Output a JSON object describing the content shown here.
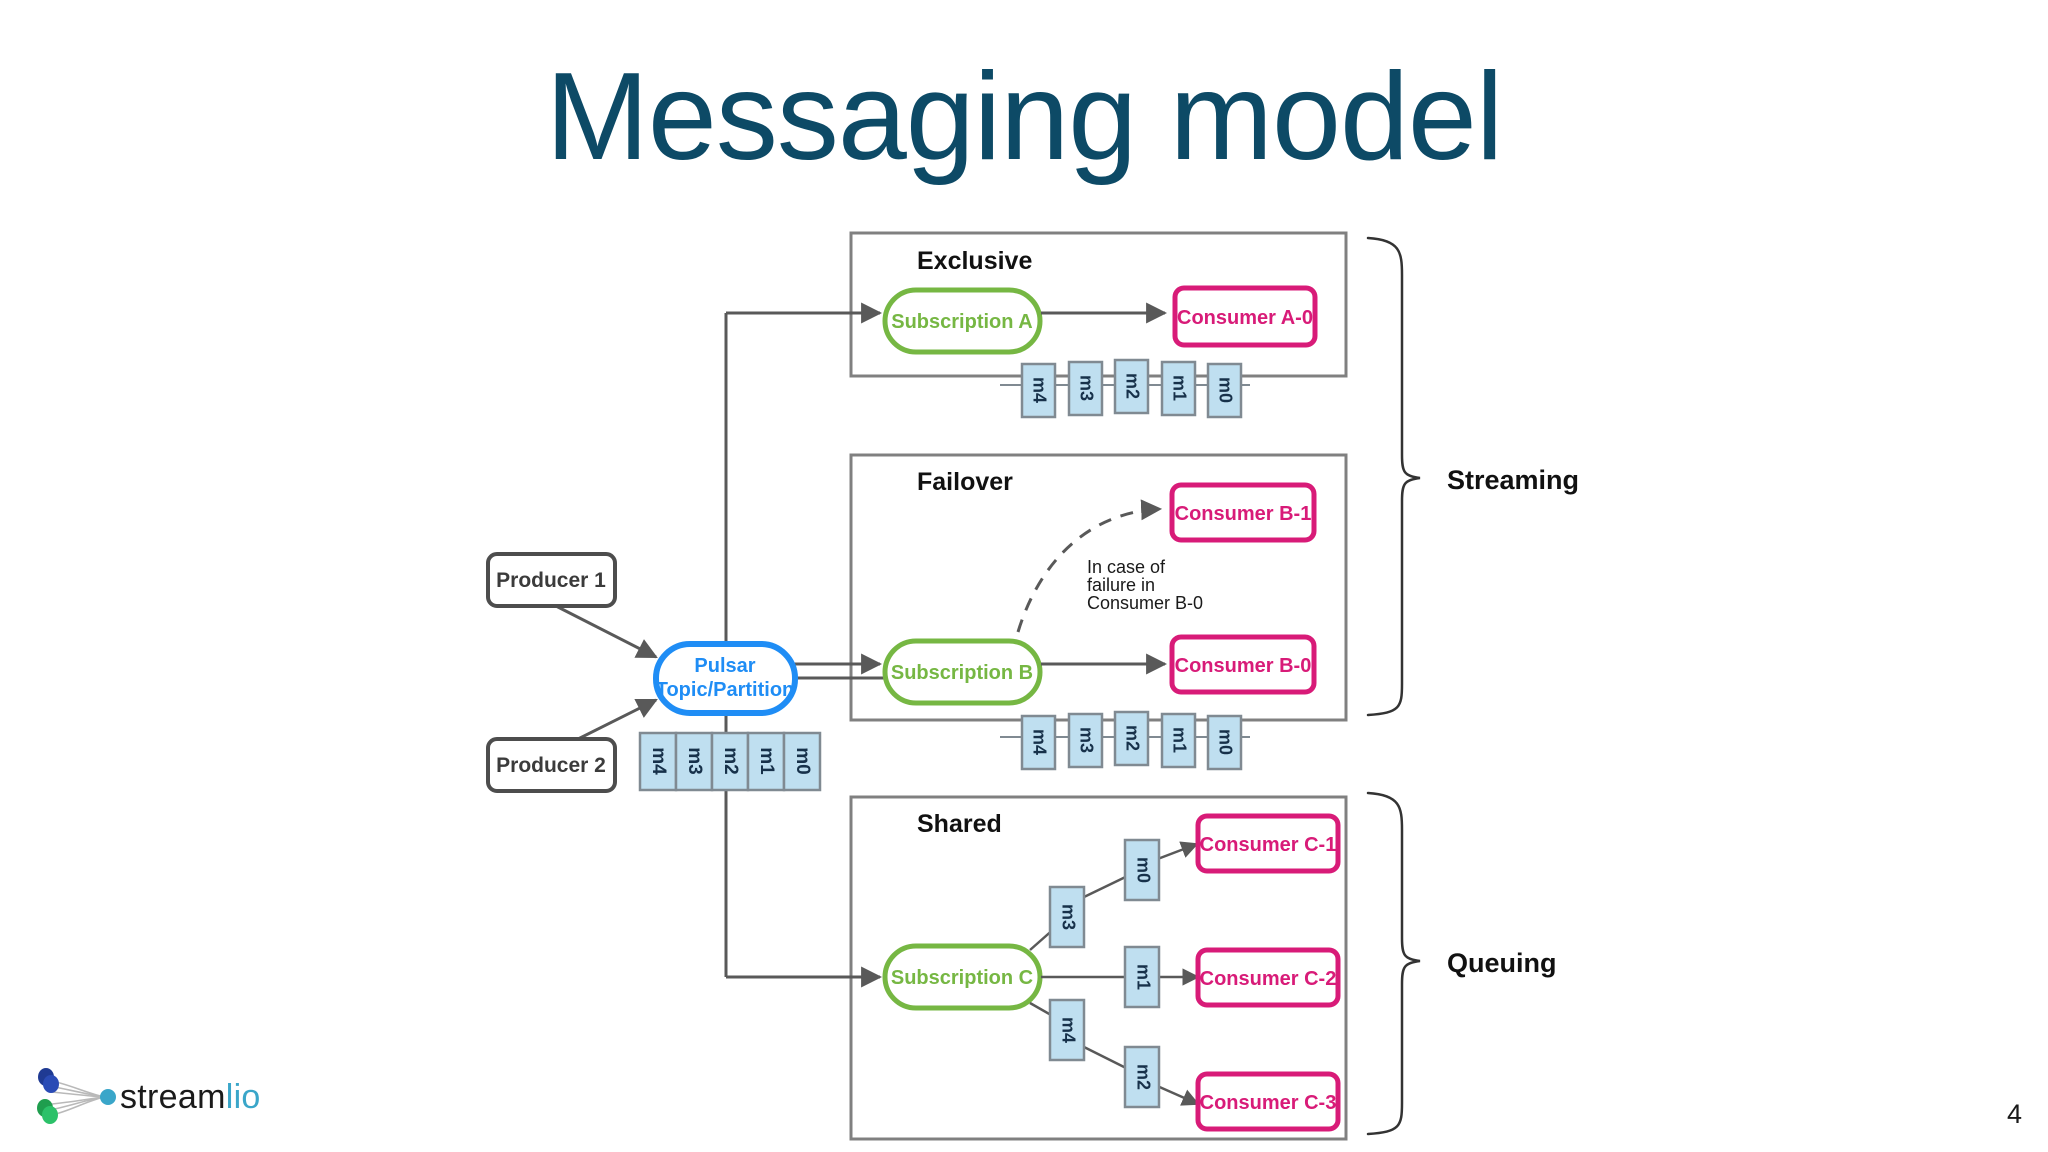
{
  "slide": {
    "title": "Messaging model",
    "page_number": "4",
    "background": "#ffffff"
  },
  "brand": {
    "logo_text_dark": "stream",
    "logo_text_accent": "lio",
    "accent_color": "#3aa6c9",
    "dot_blue": "#1f3a93",
    "dot_green": "#23a455",
    "dot_cyan": "#3aa6c9"
  },
  "colors": {
    "title": "#0d4a66",
    "subscription_stroke": "#76b743",
    "subscription_text": "#76b743",
    "consumer_stroke": "#d81b78",
    "consumer_text": "#d81b78",
    "topic_stroke": "#1f8df5",
    "topic_text": "#1f8df5",
    "producer_stroke": "#4d4d4d",
    "producer_text": "#3b3b3b",
    "message_fill": "#bfdff0",
    "message_stroke": "#808a92",
    "message_text": "#17314a",
    "section_border": "#808080",
    "connector": "#595959",
    "brace": "#333333",
    "label_text": "#111111"
  },
  "producers": [
    {
      "label": "Producer 1"
    },
    {
      "label": "Producer 2"
    }
  ],
  "topic": {
    "line1": "Pulsar",
    "line2": "Topic/Partition",
    "queue": [
      "m4",
      "m3",
      "m2",
      "m1",
      "m0"
    ]
  },
  "groups": [
    {
      "name": "Streaming",
      "sections": [
        "Exclusive",
        "Failover"
      ]
    },
    {
      "name": "Queuing",
      "sections": [
        "Shared"
      ]
    }
  ],
  "sections": [
    {
      "title": "Exclusive",
      "subscription": "Subscription A",
      "consumers": [
        "Consumer A-0"
      ],
      "queue": [
        "m4",
        "m3",
        "m2",
        "m1",
        "m0"
      ],
      "note": null
    },
    {
      "title": "Failover",
      "subscription": "Subscription B",
      "consumers": [
        "Consumer B-1",
        "Consumer B-0"
      ],
      "queue": [
        "m4",
        "m3",
        "m2",
        "m1",
        "m0"
      ],
      "note": [
        "In case of",
        "failure in",
        "Consumer B-0"
      ]
    },
    {
      "title": "Shared",
      "subscription": "Subscription C",
      "consumers": [
        "Consumer C-1",
        "Consumer C-2",
        "Consumer C-3"
      ],
      "queue": [],
      "dispatch": [
        {
          "messages": [
            "m3",
            "m0"
          ],
          "to": "Consumer C-1"
        },
        {
          "messages": [
            "m1"
          ],
          "to": "Consumer C-2"
        },
        {
          "messages": [
            "m4",
            "m2"
          ],
          "to": "Consumer C-3"
        }
      ],
      "note": null
    }
  ],
  "brace_labels": {
    "streaming": "Streaming",
    "queuing": "Queuing"
  }
}
